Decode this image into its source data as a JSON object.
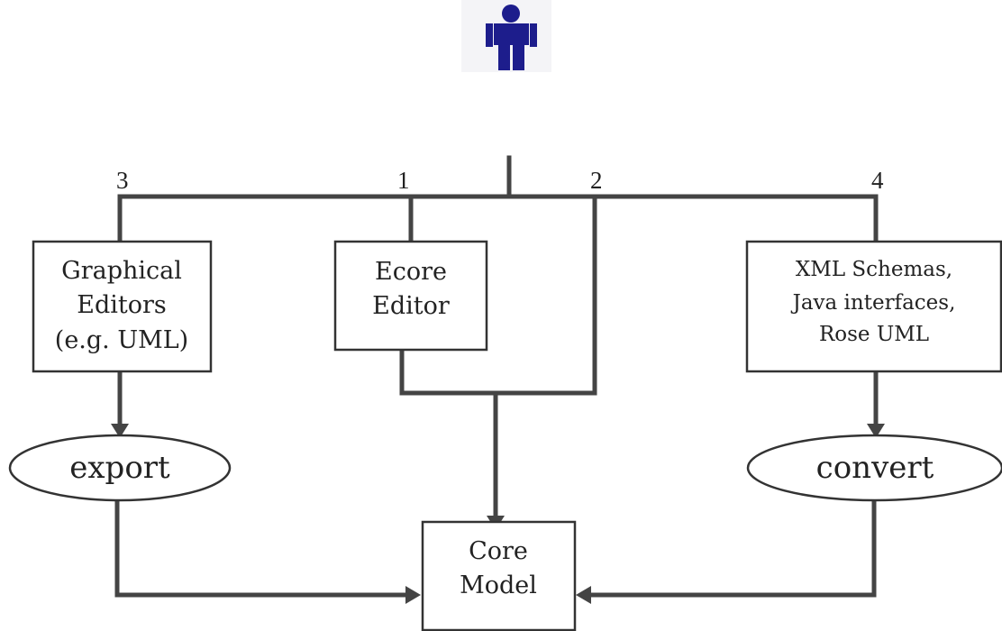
{
  "user_icon": {
    "icon": "person-icon",
    "color": "#1d1d8c"
  },
  "branch_numbers": [
    "3",
    "1",
    "2",
    "4"
  ],
  "boxes": {
    "graphical_editors": [
      "Graphical",
      "Editors",
      "(e.g. UML)"
    ],
    "ecore_editor": [
      "Ecore",
      "Editor"
    ],
    "xml_schemas": [
      "XML Schemas,",
      "Java interfaces,",
      "Rose UML"
    ],
    "core_model": [
      "Core",
      "Model"
    ]
  },
  "ovals": {
    "export": "export",
    "convert": "convert"
  }
}
